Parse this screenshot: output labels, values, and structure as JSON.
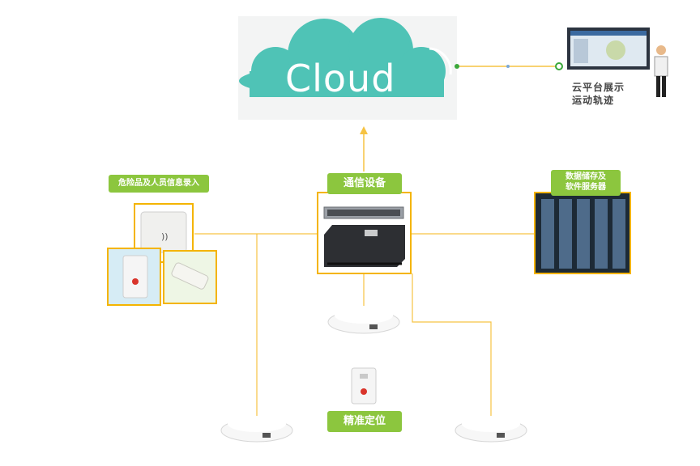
{
  "cloud": {
    "label": "Cloud"
  },
  "display": {
    "line1": "云平台展示",
    "line2": "运动轨迹"
  },
  "comm": {
    "label": "通信设备"
  },
  "input": {
    "label": "危险品及人员信息录入"
  },
  "storage": {
    "line1": "数据储存及",
    "line2": "软件服务器"
  },
  "locate": {
    "label": "精准定位"
  },
  "colors": {
    "connector": "#f6c343",
    "cloud": "#4fc3b6",
    "label_green": "#8cc63e",
    "frame": "#f4b400"
  }
}
